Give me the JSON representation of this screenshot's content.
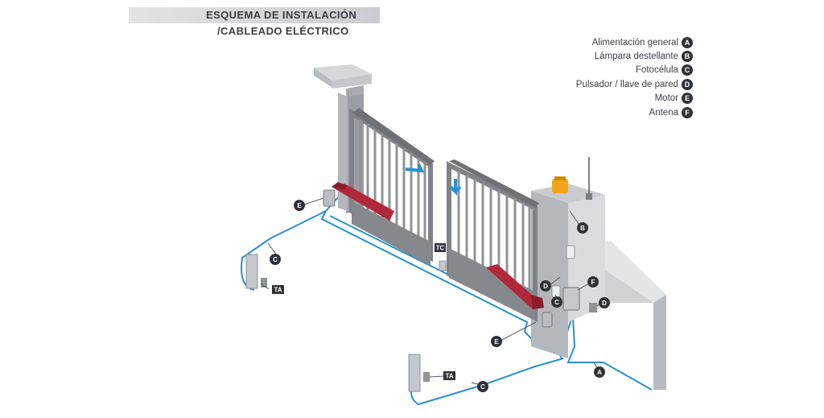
{
  "title": {
    "line1": "ESQUEMA DE INSTALACIÓN",
    "line2": "/CABLEADO ELÉCTRICO"
  },
  "legend": [
    {
      "label": "Alimentación general",
      "letter": "A"
    },
    {
      "label": "Lámpara destellante",
      "letter": "B"
    },
    {
      "label": "Fotocélula",
      "letter": "C"
    },
    {
      "label": "Pulsador / llave de pared",
      "letter": "D"
    },
    {
      "label": "Motor",
      "letter": "E"
    },
    {
      "label": "Antena",
      "letter": "F"
    }
  ],
  "callouts": {
    "a": "A",
    "b": "B",
    "c_left": "C",
    "c_mid": "C",
    "c_bottom": "C",
    "d_upper": "D",
    "d_right": "D",
    "e_left": "E",
    "e_bottom": "E",
    "f": "F",
    "ta_left": "TA",
    "ta_bottom": "TA",
    "tc": "TC"
  },
  "colors": {
    "cable": "#2a8fd0",
    "motor": "#b0283a",
    "pillar": "#a7aaae",
    "gate": "#8f9398",
    "lamp": "#f2a517",
    "badge": "#2f3338"
  }
}
